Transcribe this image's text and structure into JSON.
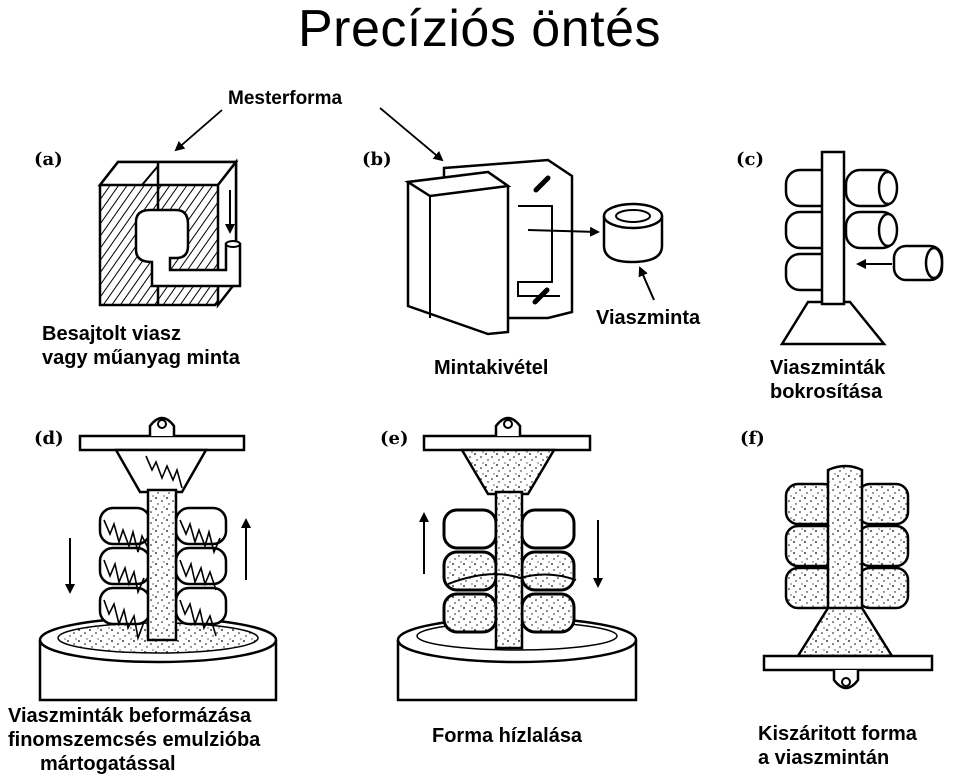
{
  "title": "Precíziós öntés",
  "callout_master": "Mesterforma",
  "callout_wax": "Viaszminta",
  "panels": {
    "a": {
      "tag": "(a)",
      "caption": [
        "Besajtolt viasz",
        "vagy műanyag minta"
      ]
    },
    "b": {
      "tag": "(b)",
      "caption": [
        "Mintakivétel"
      ]
    },
    "c": {
      "tag": "(c)",
      "caption": [
        "Viaszminták",
        "bokrosítása"
      ]
    },
    "d": {
      "tag": "(d)",
      "caption": [
        "Viaszminták beformázása",
        "finomszemcsés emulzióba",
        "mártogatással"
      ]
    },
    "e": {
      "tag": "(e)",
      "caption": [
        "Forma hízlalása"
      ]
    },
    "f": {
      "tag": "(f)",
      "caption": [
        "Kiszáritott forma",
        "a viaszmintán"
      ]
    }
  }
}
